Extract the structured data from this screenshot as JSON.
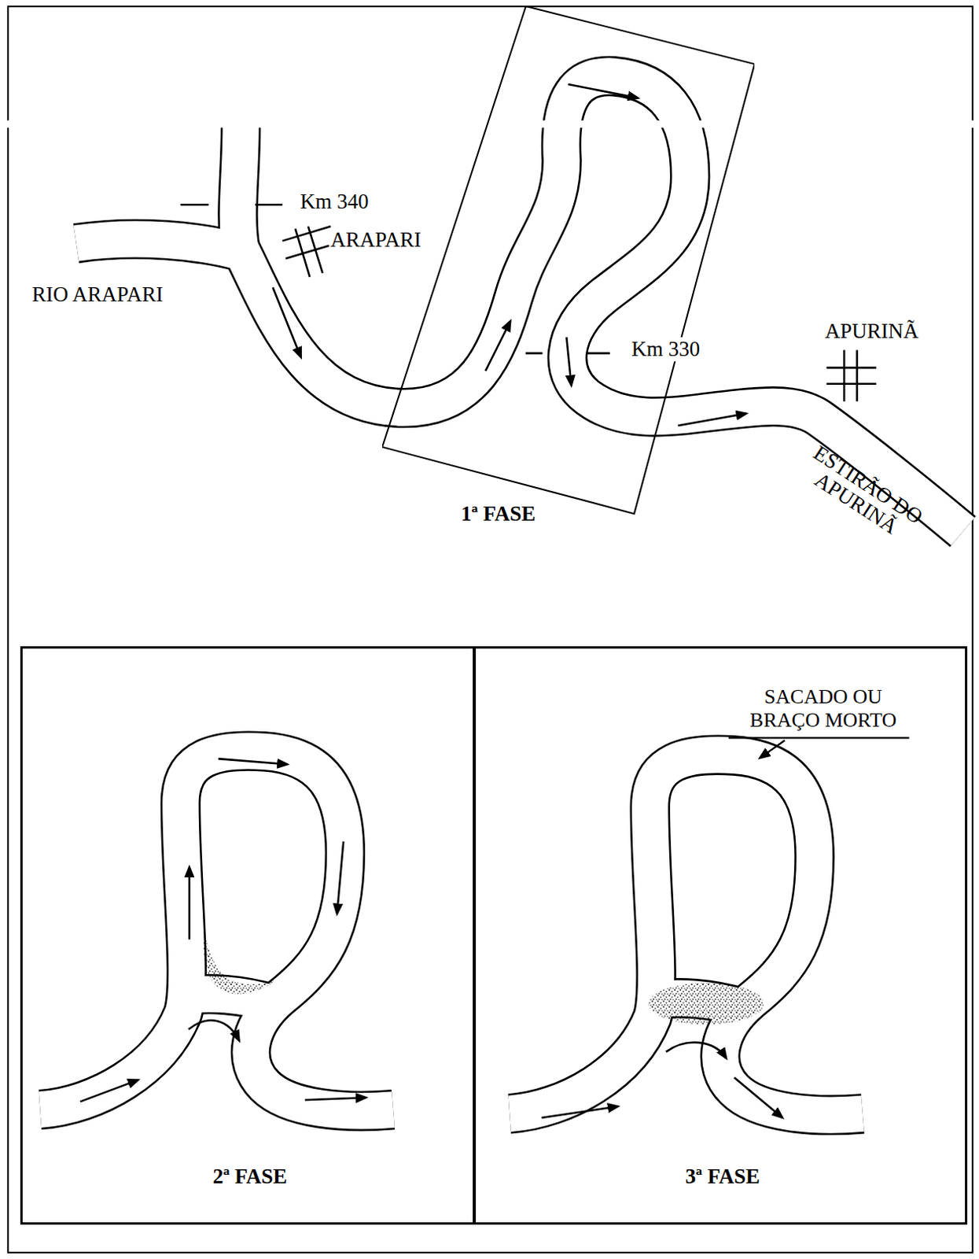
{
  "diagram": {
    "nodes": [
      {
        "text": [
          "1ª FASE"
        ]
      },
      {
        "text": [
          "2ª FASE"
        ]
      },
      {
        "text": [
          "SACADO OU BRAÇO MORTO",
          "3ª FASE"
        ]
      }
    ],
    "labels": [
      "Km 340",
      "ARAPARI",
      "RIO ARAPARI",
      "Km 330",
      "APURINÃ",
      "ESTIRÃO DO APURINÃ"
    ]
  }
}
